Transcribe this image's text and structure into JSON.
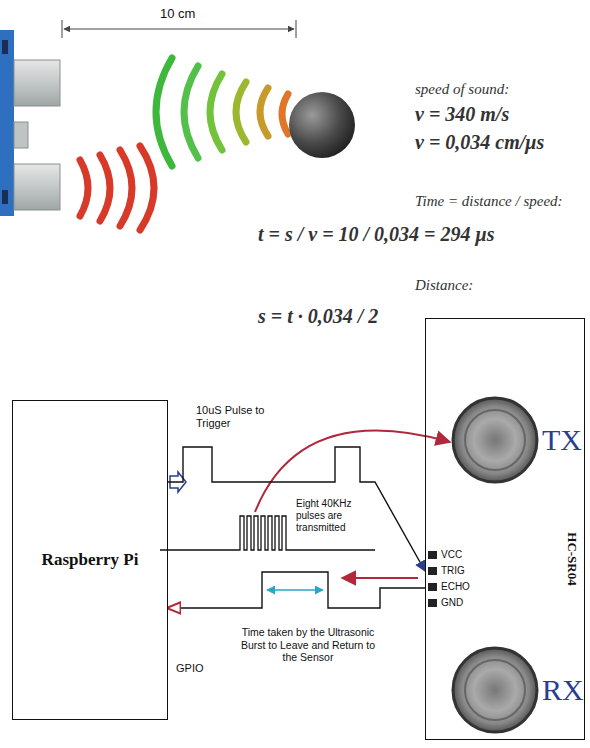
{
  "diagram": {
    "nodes": [
      {
        "text": [
          "Raspberry Pi"
        ]
      },
      {
        "text": [
          "HC-SR04"
        ]
      }
    ],
    "edges": [
      {
        "from": 0,
        "to": 1,
        "arrow": "to"
      },
      {
        "from": 1,
        "to": 0,
        "arrow": "to"
      }
    ],
    "labels": [
      "10 cm",
      "speed of sound:",
      "v = 340 m/s",
      "v = 0,034 cm/μs",
      "Time = distance / speed:",
      "t = s / v = 10 / 0,034 = 294 μs",
      "Distance:",
      "s = t · 0,034 / 2",
      "10uS Pulse to Trigger",
      "Eight 40KHz pulses are transmitted",
      "Time taken by the Ultrasonic Burst to Leave and Return to the Sensor",
      "GPIO",
      "VCC",
      "TRIG",
      "ECHO",
      "GND",
      "TX",
      "RX"
    ]
  }
}
